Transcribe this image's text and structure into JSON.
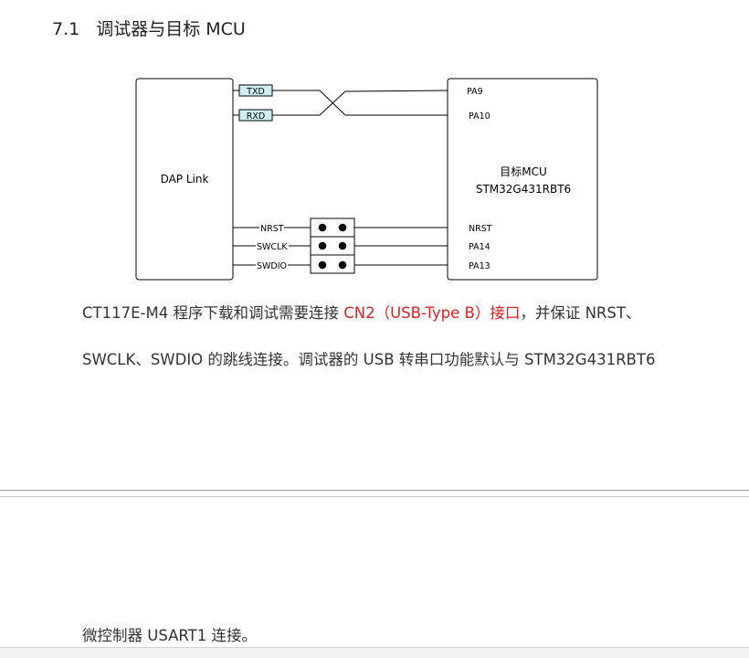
{
  "section": {
    "number": "7.1",
    "title": "调试器与目标 MCU"
  },
  "diagram": {
    "left_box": {
      "label": "DAP Link"
    },
    "right_box": {
      "line1": "目标MCU",
      "line2": "STM32G431RBT6"
    },
    "uart_labels": [
      "TXD",
      "RXD"
    ],
    "uart_pins": [
      "PA9",
      "PA10"
    ],
    "swd_left_labels": [
      "NRST",
      "SWCLK",
      "SWDIO"
    ],
    "swd_right_pins": [
      "NRST",
      "PA14",
      "PA13"
    ]
  },
  "paragraph1": {
    "line1_before": "CT117E-M4 程序下载和调试需要连接 ",
    "line1_highlight": "CN2（USB-Type B）接口",
    "line1_after": "，并保证 NRST、",
    "line2": "SWCLK、SWDIO 的跳线连接。调试器的 USB 转串口功能默认与 STM32G431RBT6"
  },
  "paragraph2": {
    "text": "微控制器 USART1 连接。"
  },
  "colors": {
    "highlight": "#e02020",
    "label_box_fill": "#cfeef2"
  }
}
